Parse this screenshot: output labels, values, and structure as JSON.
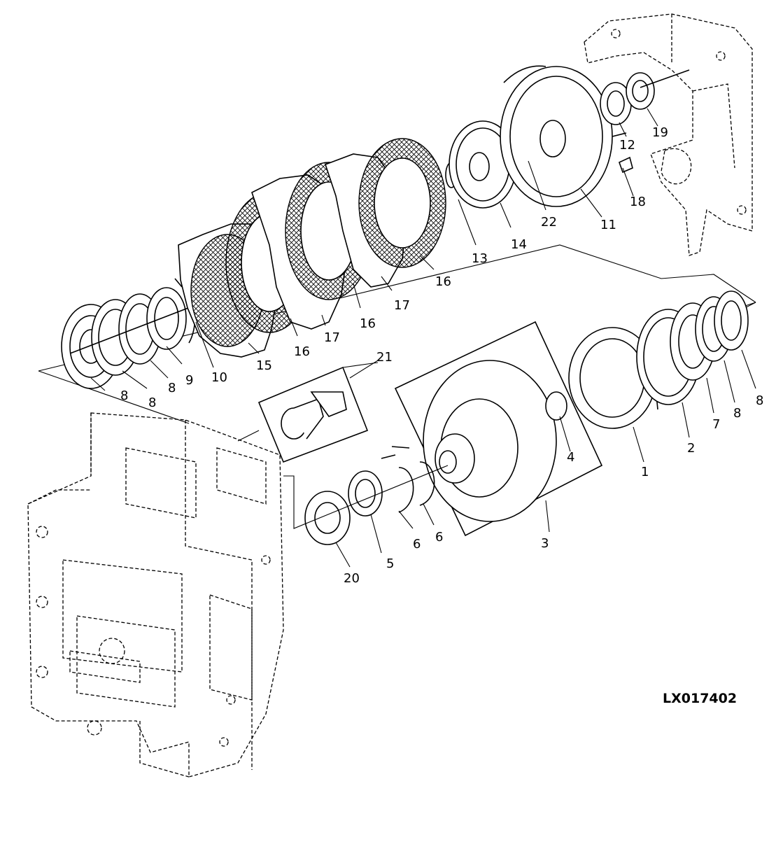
{
  "figure_ref": "LX017402",
  "callouts": {
    "c1": "1",
    "c2": "2",
    "c3": "3",
    "c4": "4",
    "c5": "5",
    "c6a": "6",
    "c6b": "6",
    "c7": "7",
    "c8a": "8",
    "c8b": "8",
    "c8c": "8",
    "c8d": "8",
    "c8e": "8",
    "c9": "9",
    "c10": "10",
    "c11": "11",
    "c12": "12",
    "c13": "13",
    "c14": "14",
    "c15": "15",
    "c16a": "16",
    "c16b": "16",
    "c16c": "16",
    "c17a": "17",
    "c17b": "17",
    "c18": "18",
    "c19": "19",
    "c20": "20",
    "c21": "21",
    "c22": "22"
  }
}
